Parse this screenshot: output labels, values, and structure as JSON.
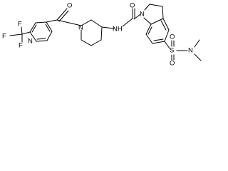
{
  "structure": {
    "bond_color": "#000000",
    "label_color": "#000000",
    "background": "#ffffff"
  },
  "atoms": {
    "f_top": "F",
    "f_left": "F",
    "f_bottom": "F",
    "n_pyridine": "N",
    "o_ketone": "O",
    "n_piperidine": "N",
    "n_amide": "NH",
    "o_urea": "O",
    "n_indoline": "N",
    "s_sulfonyl": "S",
    "o_sulfonyl_top": "O",
    "o_sulfonyl_bottom": "O",
    "n_dimethyl": "N"
  }
}
